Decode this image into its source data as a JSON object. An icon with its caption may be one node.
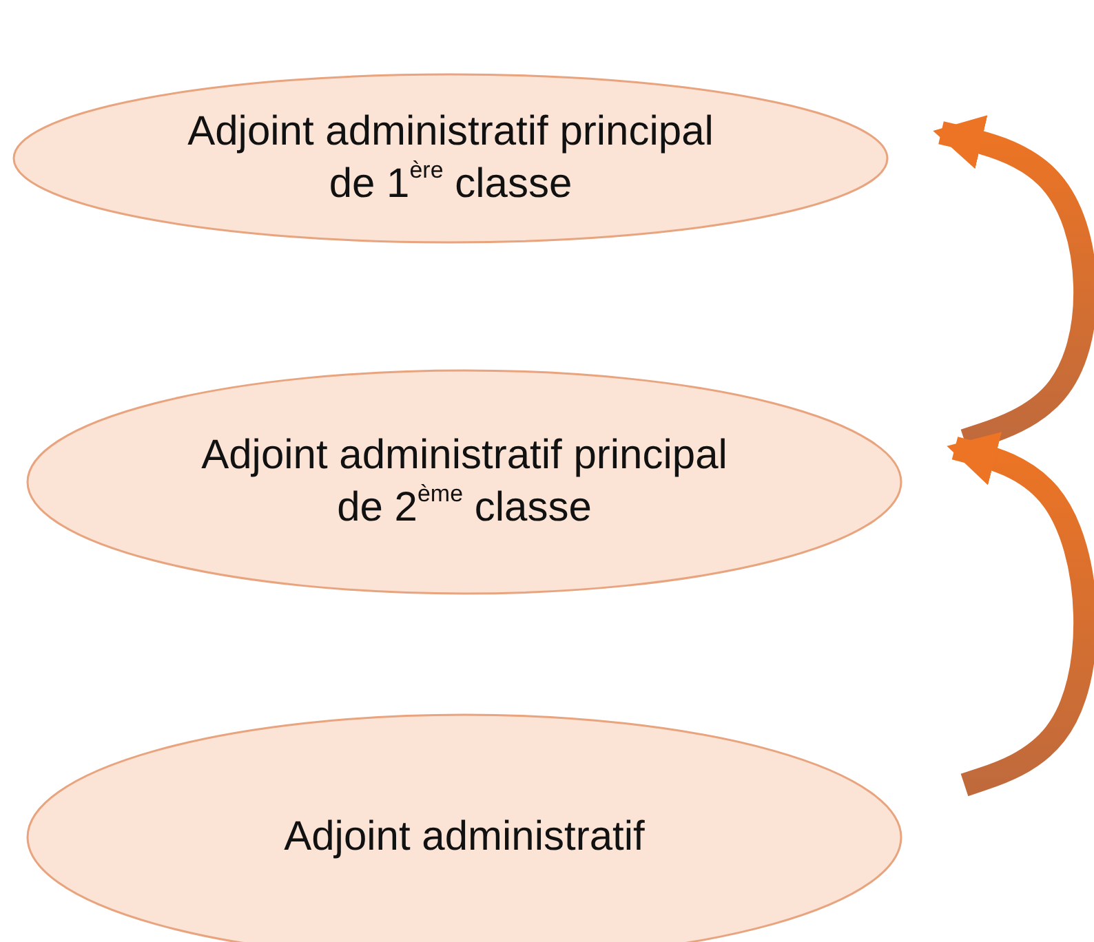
{
  "diagram": {
    "nodes": [
      {
        "text": [
          "Adjoint administratif principal de 1$^{ère}$ classe"
        ]
      },
      {
        "text": [
          "Adjoint administratif principal de 2$^{ème}$ classe"
        ]
      },
      {
        "text": [
          "Adjoint administratif"
        ]
      }
    ],
    "edges": [
      {
        "from": 1,
        "to": 0,
        "arrow": "to"
      },
      {
        "from": 2,
        "to": 1,
        "arrow": "to"
      }
    ]
  }
}
